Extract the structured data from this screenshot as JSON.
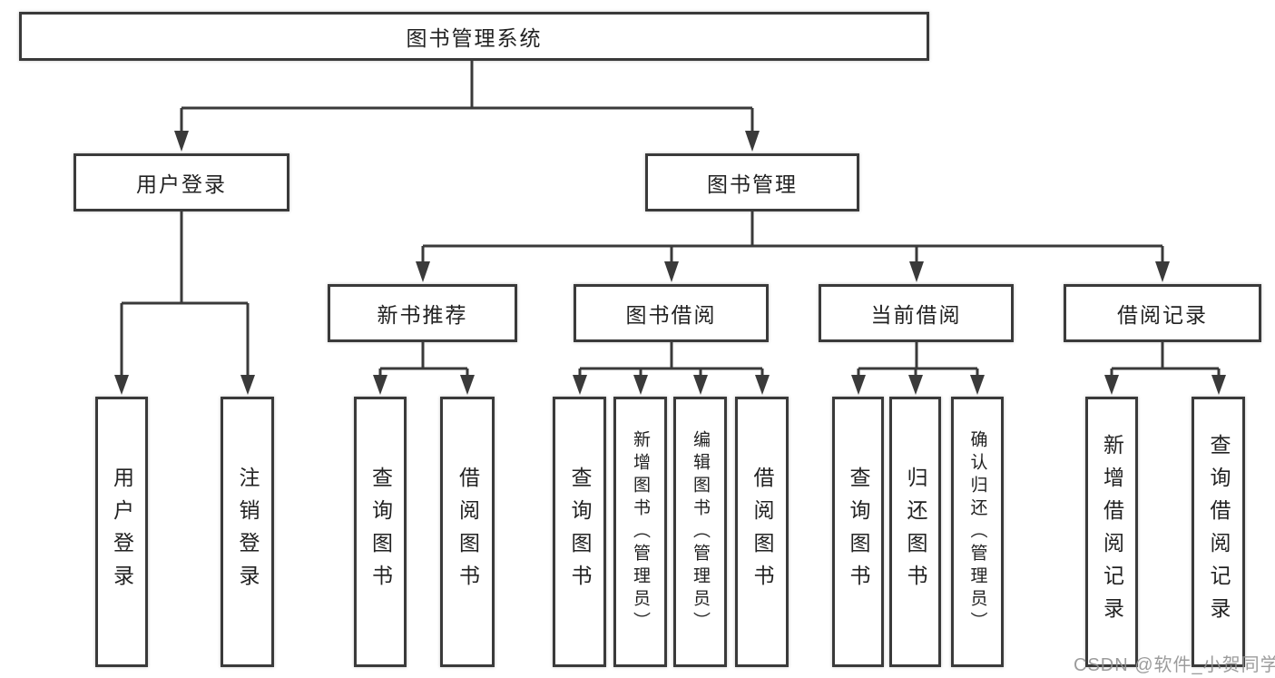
{
  "colors": {
    "line": "#3a3a3a",
    "box_border": "#3a3a3a",
    "text": "#222222",
    "watermark": "#919191",
    "background": "#ffffff"
  },
  "watermark": {
    "text": "CSDN @软件_小贺同学"
  },
  "tree": {
    "root": "图书管理系统",
    "branches": [
      {
        "label": "用户登录",
        "children": [
          "用户登录",
          "注销登录"
        ]
      },
      {
        "label": "图书管理",
        "groups": [
          {
            "label": "新书推荐",
            "children": [
              "查询图书",
              "借阅图书"
            ]
          },
          {
            "label": "图书借阅",
            "children": [
              "查询图书",
              "新增图书（管理员）",
              "编辑图书（管理员）",
              "借阅图书"
            ]
          },
          {
            "label": "当前借阅",
            "children": [
              "查询图书",
              "归还图书",
              "确认归还（管理员）"
            ]
          },
          {
            "label": "借阅记录",
            "children": [
              "新增借阅记录",
              "查询借阅记录"
            ]
          }
        ]
      }
    ]
  }
}
